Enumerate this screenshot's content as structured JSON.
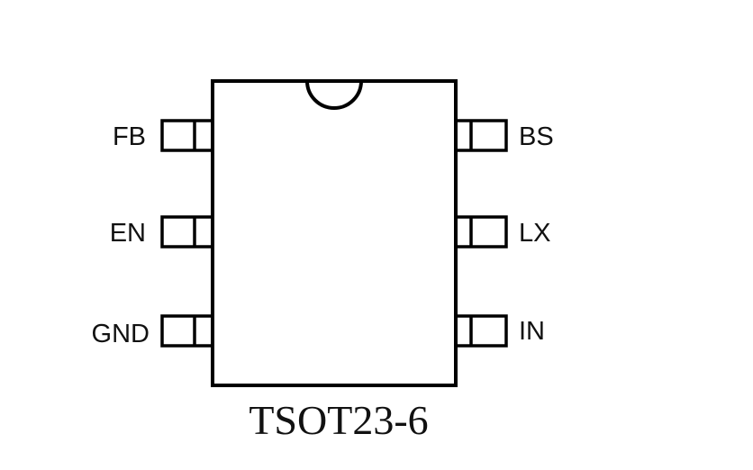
{
  "package": {
    "name": "TSOT23-6"
  },
  "pins": {
    "left": [
      {
        "label": "FB"
      },
      {
        "label": "EN"
      },
      {
        "label": "GND"
      }
    ],
    "right": [
      {
        "label": "BS"
      },
      {
        "label": "LX"
      },
      {
        "label": "IN"
      }
    ]
  },
  "colors": {
    "stroke": "#000000",
    "background": "#ffffff"
  }
}
